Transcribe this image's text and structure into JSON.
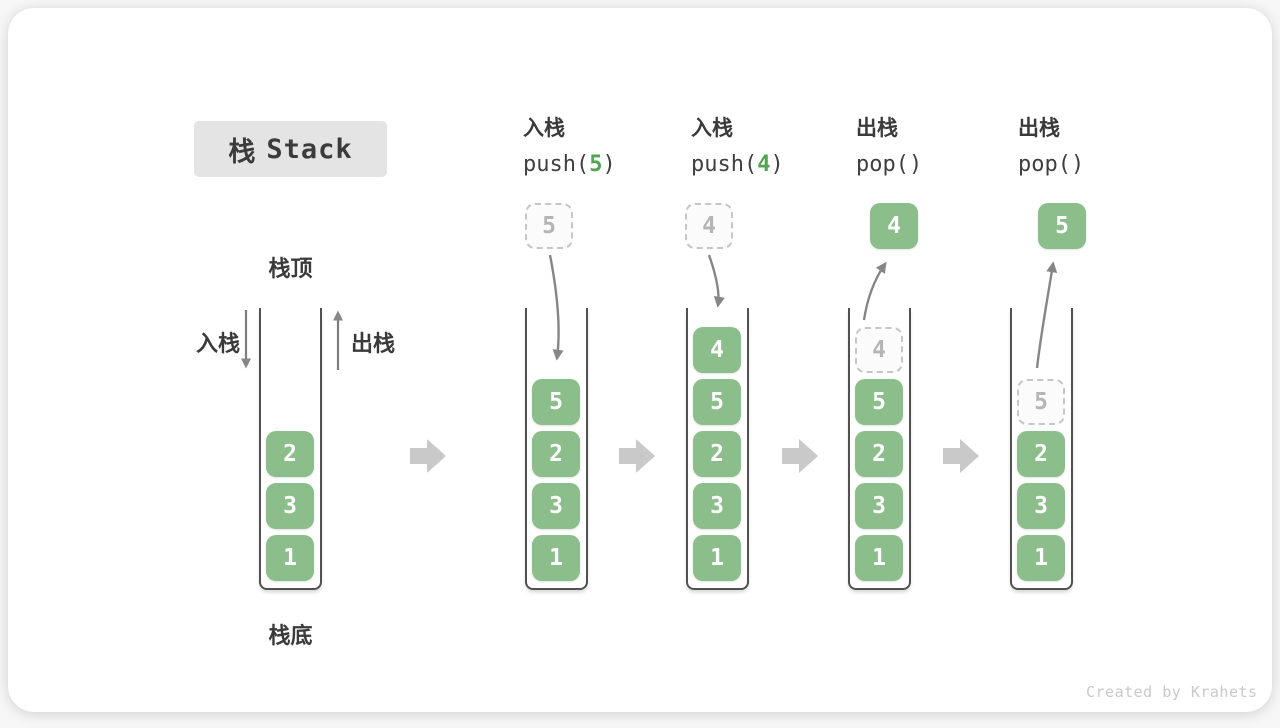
{
  "title": {
    "zh": "栈",
    "en": "Stack"
  },
  "labels": {
    "stack_top": "栈顶",
    "stack_bottom": "栈底",
    "push_side": "入栈",
    "pop_side": "出栈"
  },
  "operations": [
    {
      "name": "入栈",
      "code_pre": "push(",
      "code_arg": "5",
      "code_post": ")"
    },
    {
      "name": "入栈",
      "code_pre": "push(",
      "code_arg": "4",
      "code_post": ")"
    },
    {
      "name": "出栈",
      "code_pre": "pop(",
      "code_arg": "",
      "code_post": ")"
    },
    {
      "name": "出栈",
      "code_pre": "pop(",
      "code_arg": "",
      "code_post": ")"
    }
  ],
  "stacks": [
    {
      "id": "stack-initial",
      "cells": [
        {
          "value": "2",
          "style": "solid"
        },
        {
          "value": "3",
          "style": "solid"
        },
        {
          "value": "1",
          "style": "solid"
        }
      ],
      "float": null
    },
    {
      "id": "stack-push-5",
      "cells": [
        {
          "value": "5",
          "style": "solid"
        },
        {
          "value": "2",
          "style": "solid"
        },
        {
          "value": "3",
          "style": "solid"
        },
        {
          "value": "1",
          "style": "solid"
        }
      ],
      "float": {
        "value": "5",
        "style": "dashed"
      }
    },
    {
      "id": "stack-push-4",
      "cells": [
        {
          "value": "4",
          "style": "solid"
        },
        {
          "value": "5",
          "style": "solid"
        },
        {
          "value": "2",
          "style": "solid"
        },
        {
          "value": "3",
          "style": "solid"
        },
        {
          "value": "1",
          "style": "solid"
        }
      ],
      "float": {
        "value": "4",
        "style": "dashed"
      }
    },
    {
      "id": "stack-pop-4",
      "cells": [
        {
          "value": "4",
          "style": "dashed"
        },
        {
          "value": "5",
          "style": "solid"
        },
        {
          "value": "2",
          "style": "solid"
        },
        {
          "value": "3",
          "style": "solid"
        },
        {
          "value": "1",
          "style": "solid"
        }
      ],
      "float": {
        "value": "4",
        "style": "solid"
      }
    },
    {
      "id": "stack-pop-5",
      "cells": [
        {
          "value": "5",
          "style": "dashed"
        },
        {
          "value": "2",
          "style": "solid"
        },
        {
          "value": "3",
          "style": "solid"
        },
        {
          "value": "1",
          "style": "solid"
        }
      ],
      "float": {
        "value": "5",
        "style": "solid"
      }
    }
  ],
  "watermark": "Created by Krahets",
  "colors": {
    "cell_green": "#8CBE8C",
    "accent_green": "#52A352",
    "arrow_gray": "#868686",
    "step_arrow_gray": "#c9c9c9",
    "title_bg": "#e4e4e4",
    "text_dark": "#3a3a3a"
  }
}
